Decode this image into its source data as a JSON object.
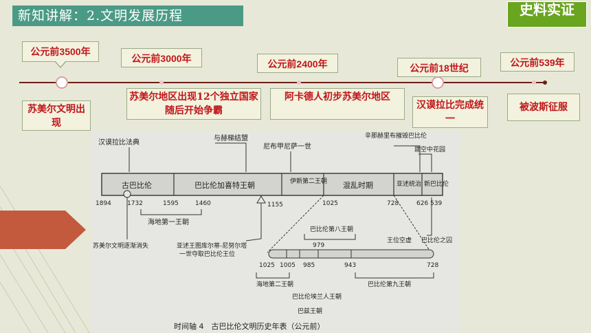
{
  "header": {
    "title": "新知讲解：2.文明发展历程",
    "badge": "史料实证"
  },
  "timeline": {
    "events": [
      {
        "date": "公元前3500年",
        "description": "苏美尔文明出现"
      },
      {
        "date": "公元前3000年",
        "description": "苏美尔地区出现12个独立国家随后开始争霸"
      },
      {
        "date": "公元前2400年",
        "description": "阿卡德人初步苏美尔地区"
      },
      {
        "date": "公元前18世纪",
        "description": "汉谟拉比完成统一"
      },
      {
        "date": "公元前539年",
        "description": "被波斯征服"
      }
    ]
  },
  "photo": {
    "caption": "时间轴 4　古巴比伦文明历史年表（公元前）",
    "bar_segments": [
      "古巴比伦",
      "巴比伦加喜特王朝",
      "伊新第二王朝",
      "混乱时期",
      "亚述统治",
      "新巴比伦"
    ],
    "top_labels": [
      "汉谟拉比法典",
      "与赫梯结盟",
      "尼布甲尼萨一世",
      "辛那赫里布摧毁巴比伦",
      "建空中花园"
    ],
    "bottom_labels": [
      "海地第一王朝",
      "苏美尔文明逐渐消失",
      "亚述王图库尔蒂-尼努尔塔一世夺取巴比伦王位",
      "巴比伦之囚"
    ],
    "top_years": [
      "1894",
      "1732",
      "1595",
      "1460",
      "1155",
      "1025",
      "728",
      "626",
      "539"
    ],
    "lower_years": [
      "1025",
      "1005",
      "985",
      "943",
      "728"
    ],
    "lower_mid_year": "979",
    "lower_labels": [
      "海地第二王朝",
      "巴比伦埃兰人王朝",
      "巴兹王朝",
      "巴比伦第九王朝",
      "巴比伦第八王朝",
      "王位空虚"
    ]
  }
}
